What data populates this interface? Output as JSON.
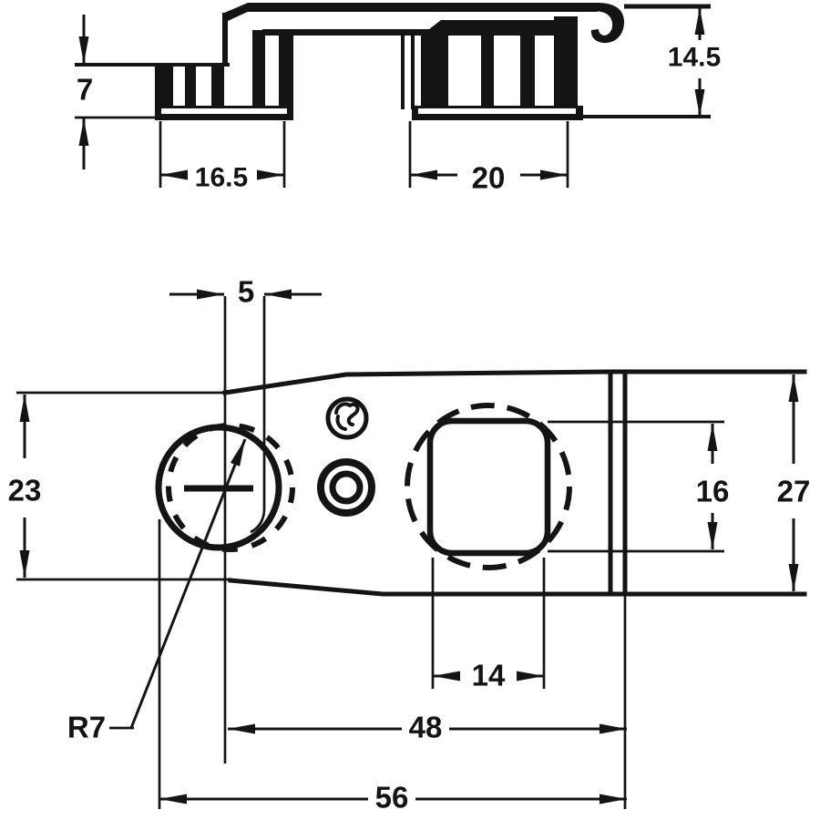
{
  "meta": {
    "background_color": "#ffffff",
    "ink_color": "#141414",
    "drawing_type": "dimensioned technical drawing, two views of a cabinet hinge mounting plate"
  },
  "side_view": {
    "dim_foot_height": "7",
    "dim_left_foot_width": "16.5",
    "dim_right_foot_width": "20",
    "dim_overall_height": "14.5"
  },
  "plan_view": {
    "dim_center_offset": "5",
    "dim_left_width": "23",
    "dim_corner_radius": "R7",
    "dim_hole_height": "16",
    "dim_right_width": "27",
    "dim_hole_width": "14",
    "dim_hole_distance": "48",
    "dim_overall_length": "56"
  }
}
